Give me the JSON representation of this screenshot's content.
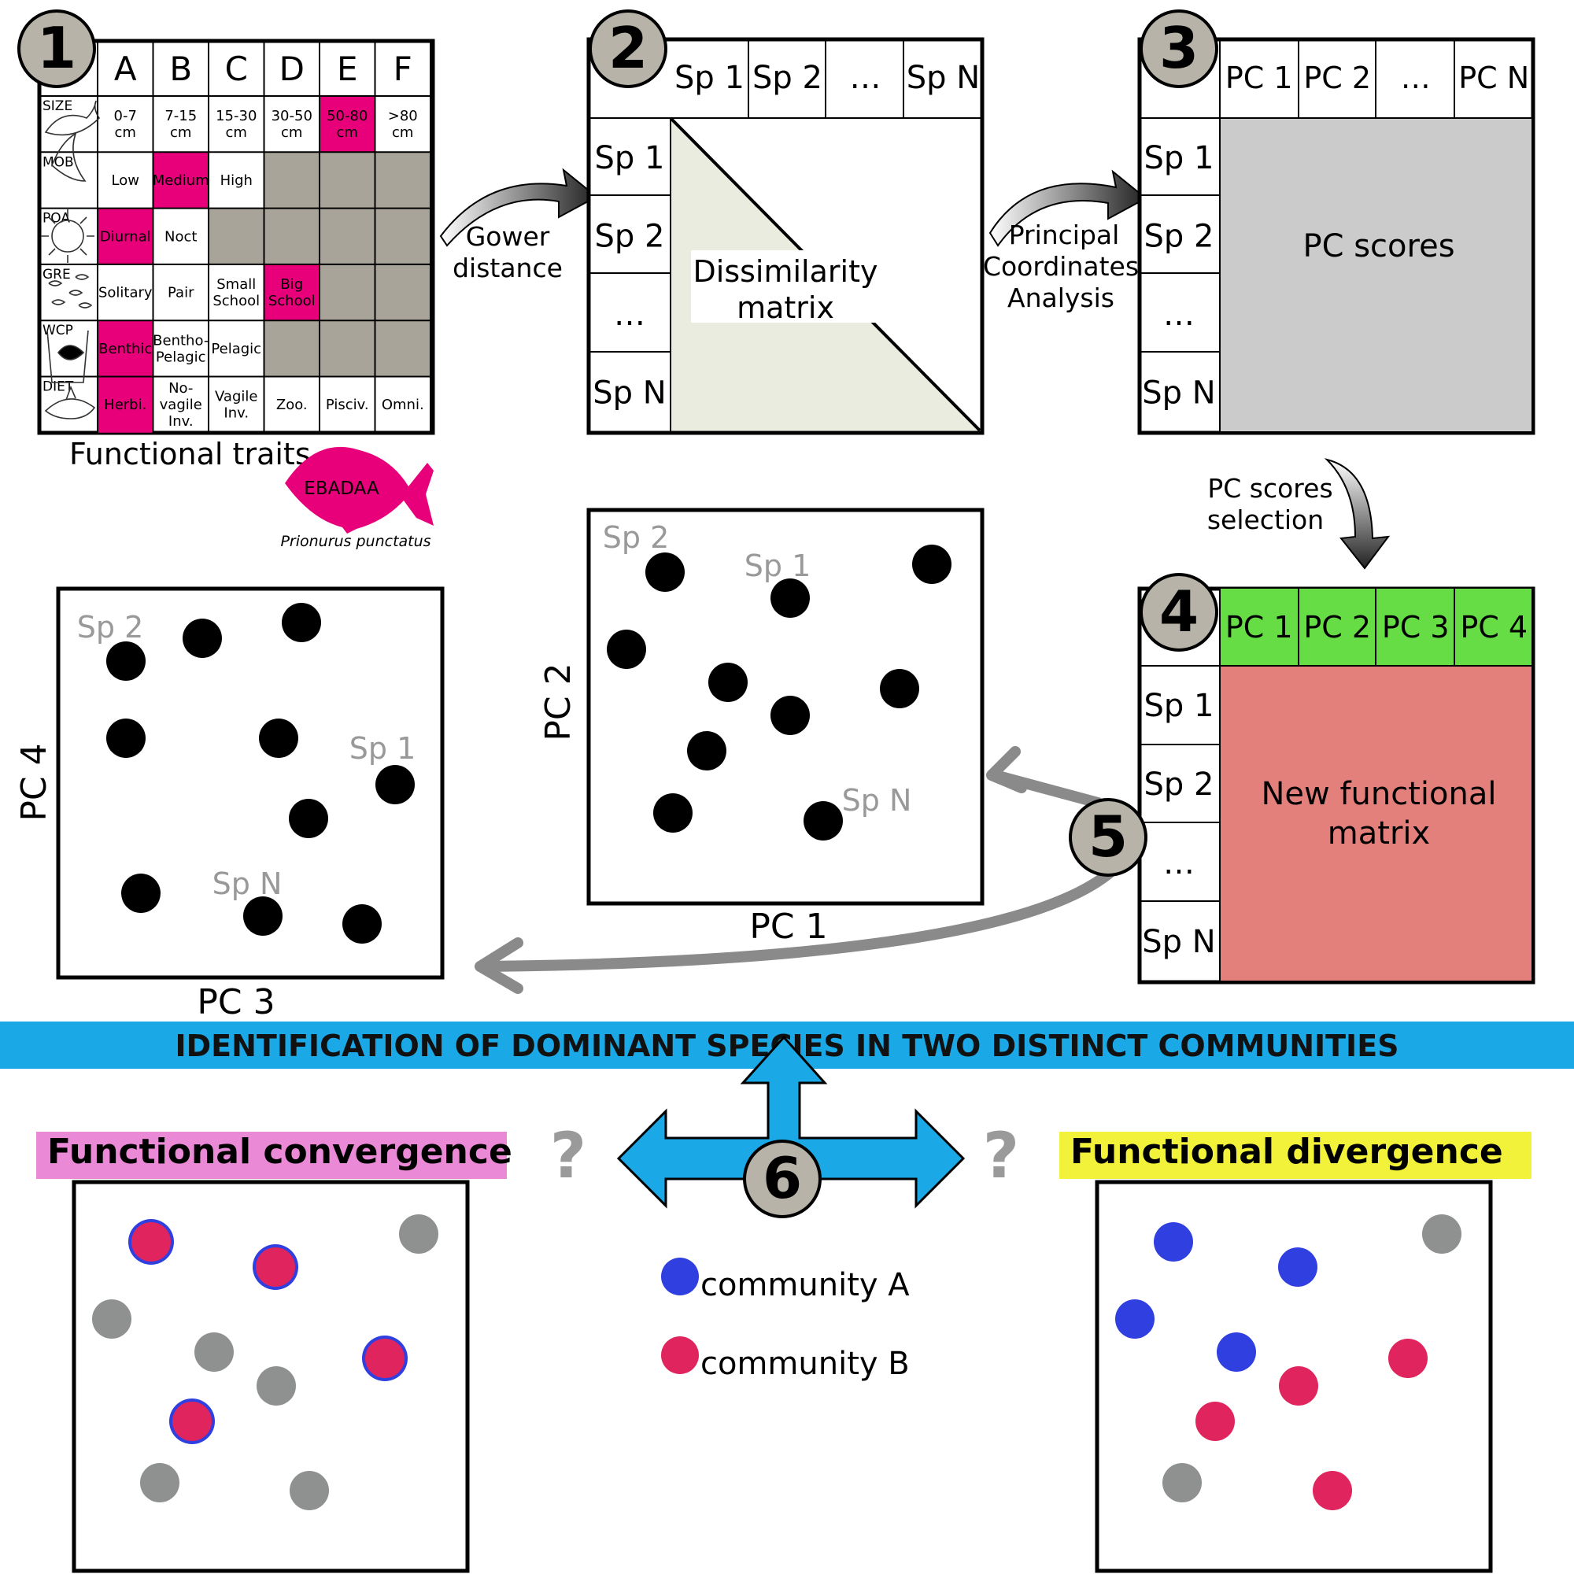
{
  "steps": {
    "s1": "1",
    "s2": "2",
    "s3": "3",
    "s4": "4",
    "s5": "5",
    "s6": "6"
  },
  "traits": {
    "col_letters": [
      "A",
      "B",
      "C",
      "D",
      "E",
      "F"
    ],
    "row_labels": [
      "SIZE",
      "MOB",
      "POA",
      "GRE",
      "WCP",
      "DIET"
    ],
    "rows": [
      {
        "cells": [
          [
            "0-7",
            "cm"
          ],
          [
            "7-15",
            "cm"
          ],
          [
            "15-30",
            "cm"
          ],
          [
            "30-50",
            "cm"
          ],
          [
            "50-80",
            "cm"
          ],
          [
            ">80",
            "cm"
          ]
        ],
        "selected": 4,
        "available": 6
      },
      {
        "cells": [
          [
            "Low"
          ],
          [
            "Medium"
          ],
          [
            "High"
          ]
        ],
        "selected": 1,
        "available": 3
      },
      {
        "cells": [
          [
            "Diurnal"
          ],
          [
            "Noct"
          ]
        ],
        "selected": 0,
        "available": 2
      },
      {
        "cells": [
          [
            "Solitary"
          ],
          [
            "Pair"
          ],
          [
            "Small",
            "School"
          ],
          [
            "Big",
            "School"
          ]
        ],
        "selected": 3,
        "available": 4
      },
      {
        "cells": [
          [
            "Benthic"
          ],
          [
            "Bentho-",
            "Pelagic"
          ],
          [
            "Pelagic"
          ]
        ],
        "selected": 0,
        "available": 3
      },
      {
        "cells": [
          [
            "Herbi."
          ],
          [
            "No-",
            "vagile",
            "Inv."
          ],
          [
            "Vagile",
            "Inv."
          ],
          [
            "Zoo."
          ],
          [
            "Pisciv."
          ],
          [
            "Omni."
          ]
        ],
        "selected": 0,
        "available": 6
      }
    ],
    "caption": "Functional traits",
    "fish_code": "EBADAA",
    "species_name": "Prionurus punctatus"
  },
  "arrows": {
    "gower_line1": "Gower",
    "gower_line2": "distance",
    "pcoa_line1": "Principal",
    "pcoa_line2": "Coordinates",
    "pcoa_line3": "Analysis",
    "pcsel_line1": "PC scores",
    "pcsel_line2": "selection"
  },
  "matrix2": {
    "col_headers": [
      "Sp 1",
      "Sp 2",
      "…",
      "Sp N"
    ],
    "row_headers": [
      "Sp 1",
      "Sp 2",
      "…",
      "Sp N"
    ],
    "label_line1": "Dissimilarity",
    "label_line2": "matrix"
  },
  "matrix3": {
    "col_headers": [
      "PC 1",
      "PC 2",
      "…",
      "PC N"
    ],
    "row_headers": [
      "Sp 1",
      "Sp 2",
      "…",
      "Sp N"
    ],
    "label": "PC scores"
  },
  "matrix4": {
    "col_headers": [
      "PC 1",
      "PC 2",
      "PC 3",
      "PC 4"
    ],
    "row_headers": [
      "Sp 1",
      "Sp 2",
      "…",
      "Sp N"
    ],
    "label_line1": "New functional",
    "label_line2": "matrix"
  },
  "plot_pc12": {
    "xlabel": "PC 1",
    "ylabel": "PC 2",
    "labels": [
      "Sp 2",
      "Sp 1",
      "Sp N"
    ]
  },
  "plot_pc34": {
    "xlabel": "PC 3",
    "ylabel": "PC 4",
    "labels": [
      "Sp 2",
      "Sp 1",
      "Sp N"
    ]
  },
  "banner": "IDENTIFICATION  OF DOMINANT SPECIES IN TWO DISTINCT COMMUNITIES",
  "convergence": {
    "title": "Functional convergence"
  },
  "divergence": {
    "title": "Functional divergence"
  },
  "question_mark": "?",
  "legend": {
    "a": "community A",
    "b": "community B"
  },
  "colors": {
    "selected_trait": "#e8007a",
    "unavailable_trait": "#a9a49a",
    "dissimilarity_fill": "#e9ecdf",
    "pc_scores_fill": "#cbcbcb",
    "pc_header_green": "#66dd44",
    "new_matrix_fill": "#e3807c",
    "banner_blue": "#1aa9e6",
    "convergence_pink": "#ea89d6",
    "divergence_yellow": "#f2f23a",
    "community_a": "#2f3fe0",
    "community_b": "#e0245e",
    "grey_point": "#8e9190",
    "step_circle": "#b8b3a8"
  }
}
